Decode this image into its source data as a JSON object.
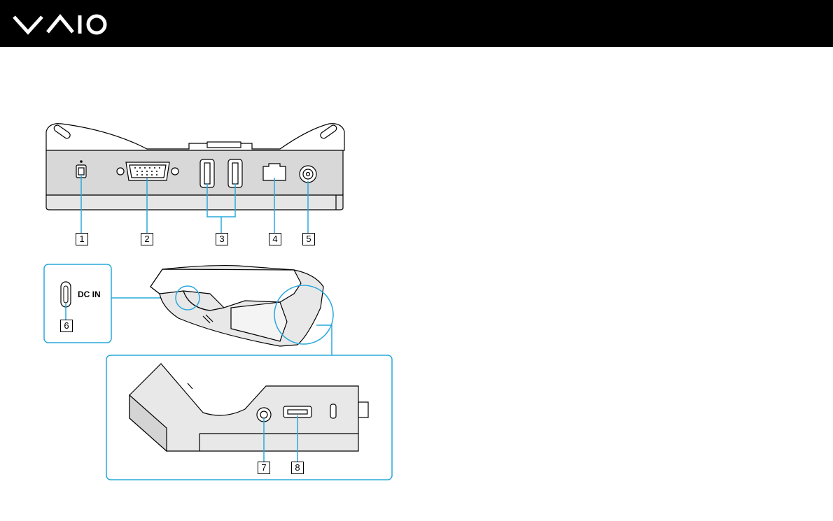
{
  "header": {
    "logo_text": "VAIO",
    "background": "#000000",
    "logo_color": "#ffffff"
  },
  "figure": {
    "accent_color": "#29a8dc",
    "callouts": [
      "1",
      "2",
      "3",
      "4",
      "5",
      "6",
      "7",
      "8"
    ],
    "dc_in_label": "DC IN"
  }
}
